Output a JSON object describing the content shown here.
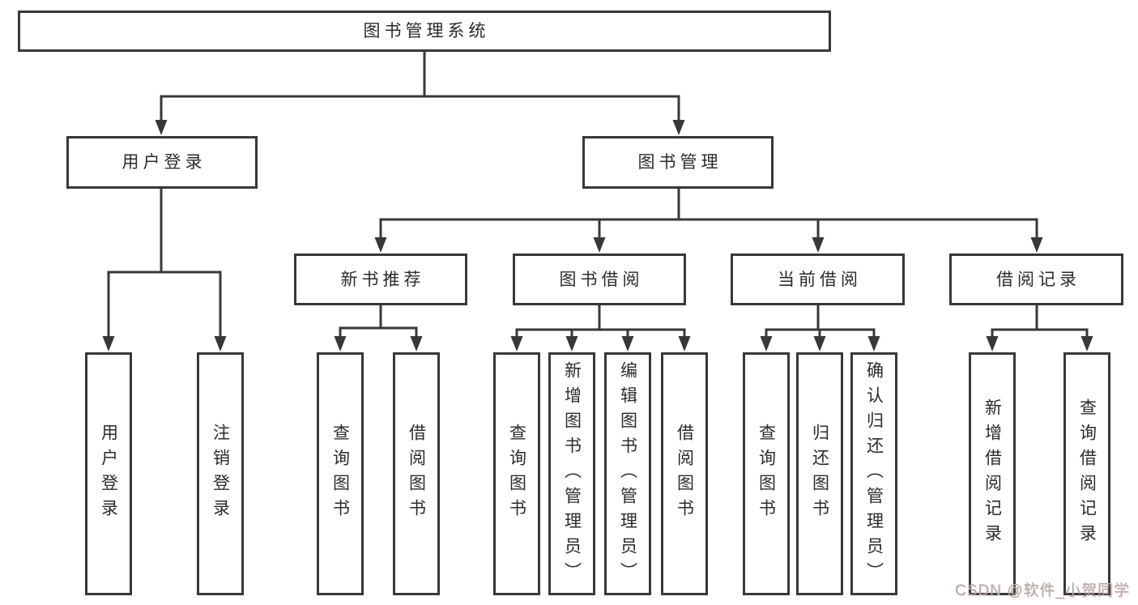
{
  "diagram": {
    "root": {
      "label": "图书管理系统"
    },
    "branches": {
      "user_login": {
        "label": "用户登录",
        "children": {
          "login": {
            "label": "用户登录"
          },
          "logout": {
            "label": "注销登录"
          }
        }
      },
      "book_management": {
        "label": "图书管理",
        "children": {
          "new_book_recommend": {
            "label": "新书推荐",
            "children": {
              "query_books": {
                "label": "查询图书"
              },
              "borrow_books": {
                "label": "借阅图书"
              }
            }
          },
          "book_borrow": {
            "label": "图书借阅",
            "children": {
              "query_books": {
                "label": "查询图书"
              },
              "add_books_admin": {
                "label": "新增图书（管理员）"
              },
              "edit_books_admin": {
                "label": "编辑图书（管理员）"
              },
              "borrow_books": {
                "label": "借阅图书"
              }
            }
          },
          "current_borrow": {
            "label": "当前借阅",
            "children": {
              "query_books": {
                "label": "查询图书"
              },
              "return_books": {
                "label": "归还图书"
              },
              "confirm_return_admin": {
                "label": "确认归还（管理员）"
              }
            }
          },
          "borrow_records": {
            "label": "借阅记录",
            "children": {
              "add_borrow_record": {
                "label": "新增借阅记录"
              },
              "query_borrow_record": {
                "label": "查询借阅记录"
              }
            }
          }
        }
      }
    }
  },
  "watermark": {
    "text": "CSDN @软件_小贺同学"
  },
  "colors": {
    "background": "#ffffff",
    "line": "#383838",
    "box_border": "#383838",
    "text": "#2b2b2b",
    "watermark": "#ababab"
  }
}
